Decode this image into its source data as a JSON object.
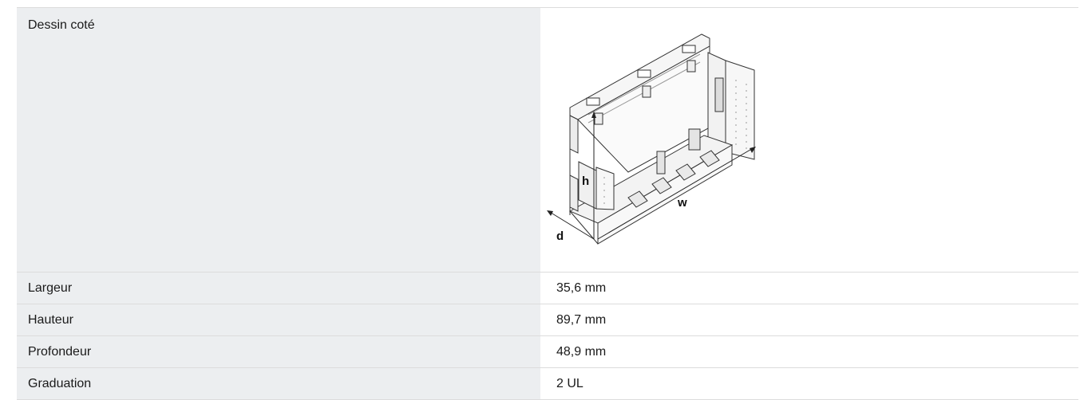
{
  "drawing_row": {
    "label": "Dessin coté",
    "dim_labels": {
      "height": "h",
      "width": "w",
      "depth": "d"
    }
  },
  "rows": [
    {
      "label": "Largeur",
      "value": "35,6 mm"
    },
    {
      "label": "Hauteur",
      "value": "89,7 mm"
    },
    {
      "label": "Profondeur",
      "value": "48,9 mm"
    },
    {
      "label": "Graduation",
      "value": "2 UL"
    }
  ]
}
